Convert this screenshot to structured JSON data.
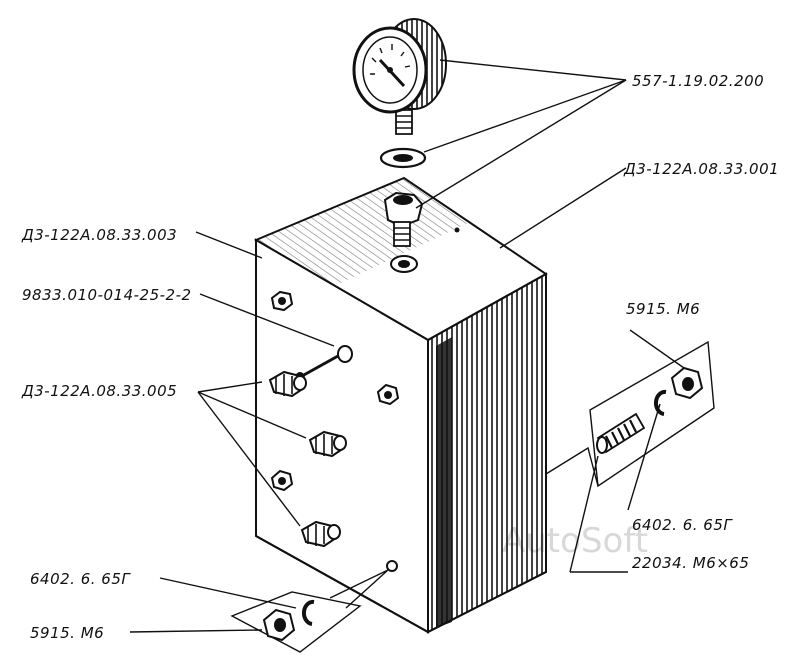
{
  "labels": {
    "gauge": "557-1.19.02.200",
    "cover": "Д3-122А.08.33.001",
    "body": "Д3-122А.08.33.003",
    "valve": "9833.010-014-25-2-2",
    "fittings": "Д3-122А.08.33.005",
    "nut_right": "5915. М6",
    "washer_right": "6402. 6. 65Г",
    "stud_right": "22034. М6×65",
    "washer_left": "6402. 6. 65Г",
    "nut_left": "5915. М6"
  },
  "watermark": "AutoSoft",
  "colors": {
    "ink": "#111111",
    "paper": "#ffffff",
    "watermark": "#d8d8d8"
  }
}
